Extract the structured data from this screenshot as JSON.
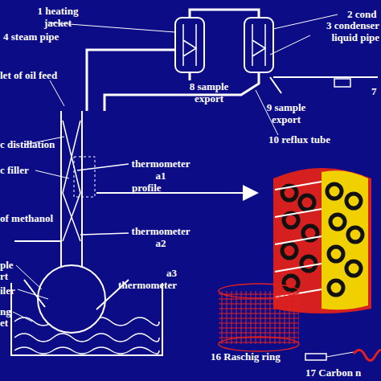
{
  "diagram": {
    "labels": [
      "1 heating jacket",
      "2 cond",
      "3 condenser liquid pipe",
      "4 steam pipe",
      "let of oil feed",
      "8 sample export",
      "9 sample export",
      "7",
      "10 reflux tube",
      "c distillation",
      "c filler",
      "thermometer a1",
      "profile",
      "of methanol",
      "thermometer a2",
      "ple",
      "rt",
      "iler",
      "a3 thermometer",
      "ng",
      "et",
      "16 Raschig ring",
      "17 Carbon n"
    ]
  }
}
